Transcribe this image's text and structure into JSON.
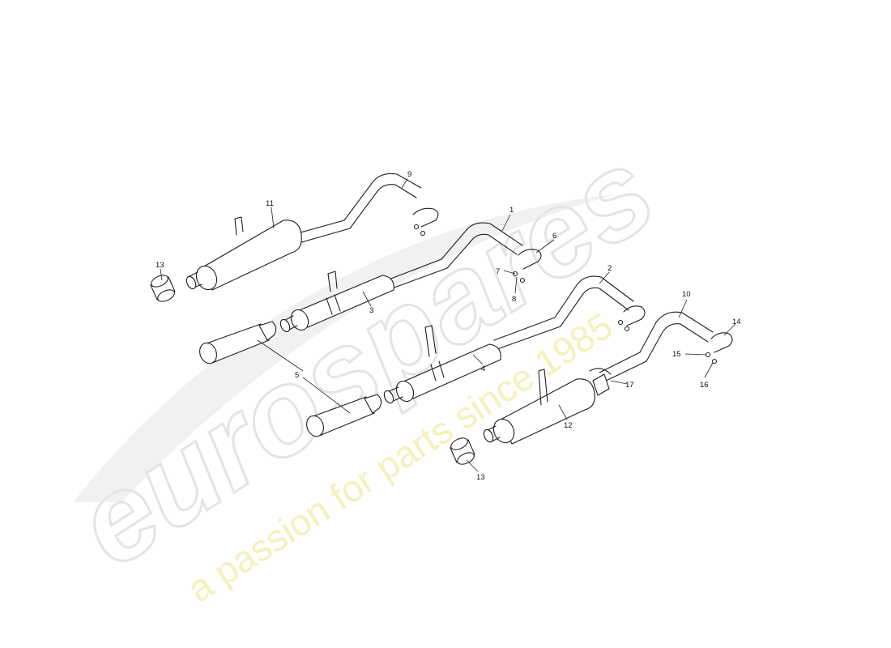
{
  "watermark": {
    "brand": "eurospares",
    "tagline": "a passion for parts since 1985",
    "brand_color": "#e6e6e6",
    "tagline_color": "#f3f0b4"
  },
  "callouts": {
    "c1": "1",
    "c2": "2",
    "c3": "3",
    "c4": "4",
    "c5": "5",
    "c6": "6",
    "c7": "7",
    "c8": "8",
    "c9": "9",
    "c10": "10",
    "c11": "11",
    "c12": "12",
    "c13a": "13",
    "c13b": "13",
    "c14": "14",
    "c15": "15",
    "c16": "16",
    "c17": "17"
  }
}
